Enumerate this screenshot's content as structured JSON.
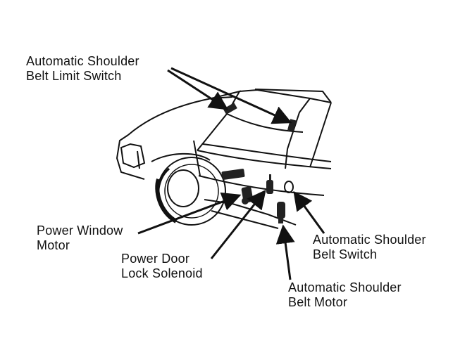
{
  "labels": {
    "limit_switch": [
      "Automatic Shoulder",
      "Belt Limit Switch"
    ],
    "window_motor": [
      "Power Window",
      "Motor"
    ],
    "door_lock": [
      "Power Door",
      "Lock Solenoid"
    ],
    "belt_switch": [
      "Automatic Shoulder",
      "Belt Switch"
    ],
    "belt_motor": [
      "Automatic Shoulder",
      "Belt Motor"
    ]
  },
  "colors": {
    "ink": "#111111",
    "paper": "#ffffff"
  }
}
